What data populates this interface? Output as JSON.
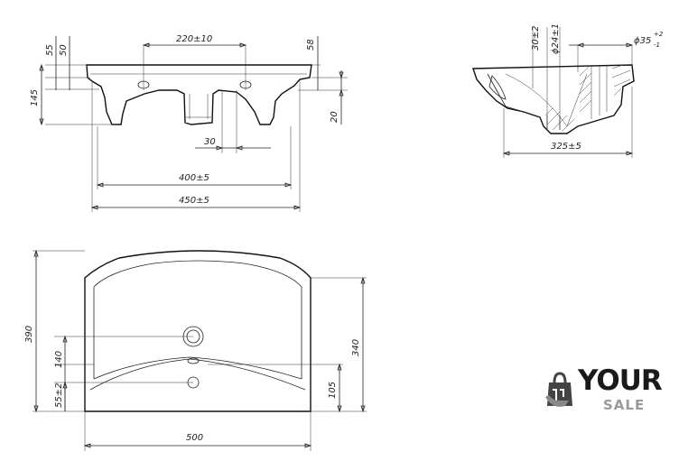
{
  "dimensions": {
    "front": {
      "d55": "55",
      "d50": "50",
      "d220": "220±10",
      "d58": "58",
      "d145": "145",
      "d20": "20",
      "d30": "30",
      "d400": "400±5",
      "d450": "450±5"
    },
    "side": {
      "d30": "30±2",
      "d24": "ϕ24±1",
      "d35": "ϕ35",
      "d35_tol_upper": "+2",
      "d35_tol_lower": "-1",
      "d325": "325±5"
    },
    "top": {
      "d390": "390",
      "d140": "140",
      "d55": "55±2",
      "d340": "340",
      "d105": "105",
      "d500": "500"
    }
  },
  "brand": {
    "word1": "YOUR",
    "word2": "SALE",
    "accent": "#1a1a1a",
    "secondary": "#9a9a9a"
  }
}
